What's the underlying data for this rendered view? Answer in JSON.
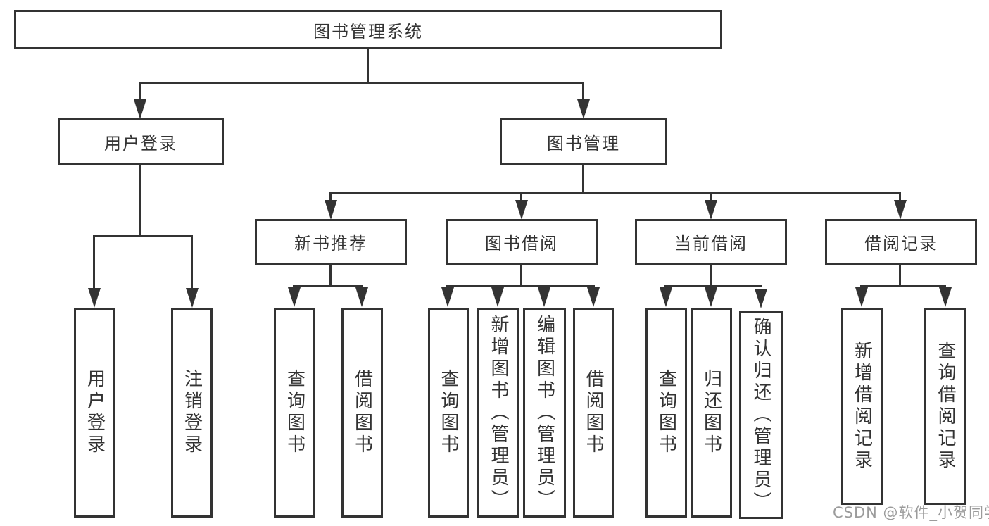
{
  "diagram_type": "hierarchy-tree",
  "tree": {
    "root": {
      "label": "图书管理系统"
    },
    "branches": [
      {
        "label": "用户登录",
        "children": [
          {
            "label": "用户登录"
          },
          {
            "label": "注销登录"
          }
        ]
      },
      {
        "label": "图书管理",
        "children": [
          {
            "label": "新书推荐",
            "children": [
              {
                "label": "查询图书"
              },
              {
                "label": "借阅图书"
              }
            ]
          },
          {
            "label": "图书借阅",
            "children": [
              {
                "label": "查询图书"
              },
              {
                "label": "新增图书（管理员）"
              },
              {
                "label": "编辑图书（管理员）"
              },
              {
                "label": "借阅图书"
              }
            ]
          },
          {
            "label": "当前借阅",
            "children": [
              {
                "label": "查询图书"
              },
              {
                "label": "归还图书"
              },
              {
                "label": "确认归还（管理员）"
              }
            ]
          },
          {
            "label": "借阅记录",
            "children": [
              {
                "label": "新增借阅记录"
              },
              {
                "label": "查询借阅记录"
              }
            ]
          }
        ]
      }
    ]
  },
  "watermark": {
    "text": "CSDN @软件_小贺同学"
  },
  "colors": {
    "line": "#333333",
    "text": "#333333",
    "watermark": "#9b9b9b",
    "background": "#ffffff"
  }
}
